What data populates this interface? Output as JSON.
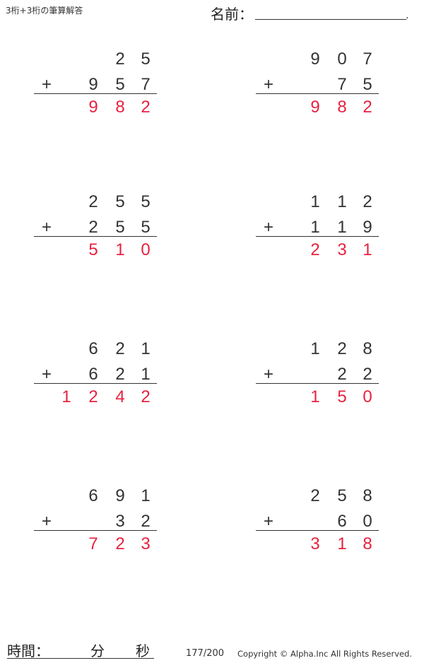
{
  "header": {
    "title": "3桁+3桁の筆算解答",
    "name_label": "名前：",
    "name_value": "",
    "name_dot": "."
  },
  "colors": {
    "text": "#333333",
    "answer": "#e8213f"
  },
  "problems": [
    {
      "top": [
        "",
        "",
        "2",
        "5"
      ],
      "operator": "+",
      "bottom": [
        "",
        "9",
        "5",
        "7"
      ],
      "answer": [
        "",
        "9",
        "8",
        "2"
      ]
    },
    {
      "top": [
        "",
        "9",
        "0",
        "7"
      ],
      "operator": "+",
      "bottom": [
        "",
        "",
        "7",
        "5"
      ],
      "answer": [
        "",
        "9",
        "8",
        "2"
      ]
    },
    {
      "top": [
        "",
        "2",
        "5",
        "5"
      ],
      "operator": "+",
      "bottom": [
        "",
        "2",
        "5",
        "5"
      ],
      "answer": [
        "",
        "5",
        "1",
        "0"
      ]
    },
    {
      "top": [
        "",
        "1",
        "1",
        "2"
      ],
      "operator": "+",
      "bottom": [
        "",
        "1",
        "1",
        "9"
      ],
      "answer": [
        "",
        "2",
        "3",
        "1"
      ]
    },
    {
      "top": [
        "",
        "6",
        "2",
        "1"
      ],
      "operator": "+",
      "bottom": [
        "",
        "6",
        "2",
        "1"
      ],
      "answer": [
        "1",
        "2",
        "4",
        "2"
      ]
    },
    {
      "top": [
        "",
        "1",
        "2",
        "8"
      ],
      "operator": "+",
      "bottom": [
        "",
        "",
        "2",
        "2"
      ],
      "answer": [
        "",
        "1",
        "5",
        "0"
      ]
    },
    {
      "top": [
        "",
        "6",
        "9",
        "1"
      ],
      "operator": "+",
      "bottom": [
        "",
        "",
        "3",
        "2"
      ],
      "answer": [
        "",
        "7",
        "2",
        "3"
      ]
    },
    {
      "top": [
        "",
        "2",
        "5",
        "8"
      ],
      "operator": "+",
      "bottom": [
        "",
        "",
        "6",
        "0"
      ],
      "answer": [
        "",
        "3",
        "1",
        "8"
      ]
    }
  ],
  "footer": {
    "time_label": "時間：",
    "minutes_label": "分",
    "seconds_label": "秒",
    "page_number": "177/200",
    "copyright": "Copyright © Alpha.Inc All Rights Reserved."
  }
}
